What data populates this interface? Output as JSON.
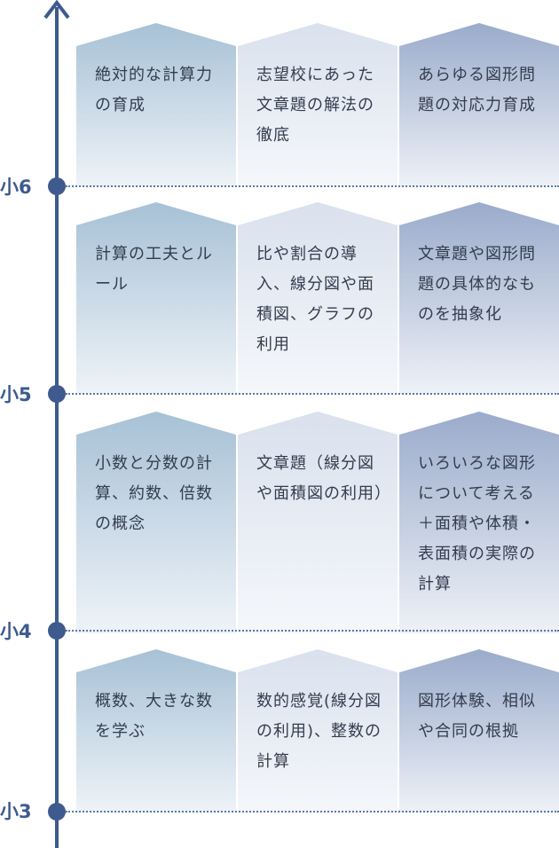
{
  "grades": [
    {
      "label": "小6",
      "cards": [
        "絶対的な計算力の育成",
        "志望校にあった文章題の解法の徹底",
        "あらゆる図形問題の対応力育成"
      ]
    },
    {
      "label": "小5",
      "cards": [
        "計算の工夫とルール",
        "比や割合の導入、線分図や面積図、グラフの利用",
        "文章題や図形問題の具体的なものを抽象化"
      ]
    },
    {
      "label": "小4",
      "cards": [
        "小数と分数の計算、約数、倍数の概念",
        "文章題（線分図や面積図の利用）",
        "いろいろな図形について考える＋面積や体積・表面積の実際の計算"
      ]
    },
    {
      "label": "小3",
      "cards": [
        "概数、大きな数を学ぶ",
        "数的感覚(線分図の利用)、整数の計算",
        "図形体験、相似や合同の根拠"
      ]
    }
  ],
  "colors": {
    "axis": "#3e5a8e",
    "col1_top": "#a7c1d6",
    "col1_bottom": "#eef3f8",
    "col2_top": "#d9e1ed",
    "col2_bottom": "#f5f7fb",
    "col3_top": "#9aabcb",
    "col3_bottom": "#eef1f7"
  }
}
